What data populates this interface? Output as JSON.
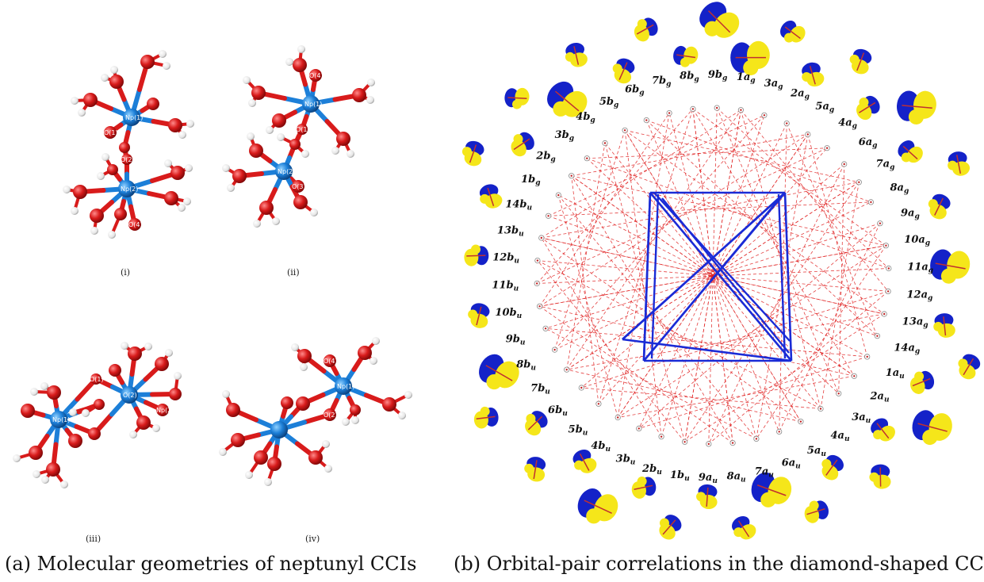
{
  "left_panel": {
    "caption": "(a) Molecular geometries of neptunyl CCIs",
    "subfigures": [
      {
        "label": "(i)"
      },
      {
        "label": "(ii)"
      },
      {
        "label": "(iii)"
      },
      {
        "label": "(iv)"
      }
    ],
    "atom_labels": {
      "i": [
        "Np(1)",
        "O(1)",
        "O(2)",
        "Np(2)",
        "O(4)"
      ],
      "ii": [
        "O(4)",
        "Np(1)",
        "O(1)",
        "Np(2)",
        "O(3)"
      ],
      "iii": [
        "O(1)",
        "Np(1)",
        "O(2)",
        "Np(2)"
      ],
      "iv": [
        "O(4)",
        "Np(1)",
        "O(2)"
      ]
    }
  },
  "right_panel": {
    "caption": "(b) Orbital-pair correlations in the diamond-shaped CCI",
    "orbital_labels": [
      {
        "n": "1",
        "s": "g",
        "sym": "a"
      },
      {
        "n": "3",
        "s": "g",
        "sym": "a"
      },
      {
        "n": "2",
        "s": "g",
        "sym": "a"
      },
      {
        "n": "5",
        "s": "g",
        "sym": "a"
      },
      {
        "n": "4",
        "s": "g",
        "sym": "a"
      },
      {
        "n": "6",
        "s": "g",
        "sym": "a"
      },
      {
        "n": "7",
        "s": "g",
        "sym": "a"
      },
      {
        "n": "8",
        "s": "g",
        "sym": "a"
      },
      {
        "n": "9",
        "s": "g",
        "sym": "a"
      },
      {
        "n": "10",
        "s": "g",
        "sym": "a"
      },
      {
        "n": "11",
        "s": "g",
        "sym": "a"
      },
      {
        "n": "12",
        "s": "g",
        "sym": "a"
      },
      {
        "n": "13",
        "s": "g",
        "sym": "a"
      },
      {
        "n": "14",
        "s": "g",
        "sym": "a"
      },
      {
        "n": "1",
        "s": "u",
        "sym": "a"
      },
      {
        "n": "2",
        "s": "u",
        "sym": "a"
      },
      {
        "n": "3",
        "s": "u",
        "sym": "a"
      },
      {
        "n": "4",
        "s": "u",
        "sym": "a"
      },
      {
        "n": "5",
        "s": "u",
        "sym": "a"
      },
      {
        "n": "6",
        "s": "u",
        "sym": "a"
      },
      {
        "n": "7",
        "s": "u",
        "sym": "a"
      },
      {
        "n": "8",
        "s": "u",
        "sym": "a"
      },
      {
        "n": "9",
        "s": "u",
        "sym": "a"
      },
      {
        "n": "1",
        "s": "u",
        "sym": "b"
      },
      {
        "n": "2",
        "s": "u",
        "sym": "b"
      },
      {
        "n": "3",
        "s": "u",
        "sym": "b"
      },
      {
        "n": "4",
        "s": "u",
        "sym": "b"
      },
      {
        "n": "5",
        "s": "u",
        "sym": "b"
      },
      {
        "n": "6",
        "s": "u",
        "sym": "b"
      },
      {
        "n": "7",
        "s": "u",
        "sym": "b"
      },
      {
        "n": "8",
        "s": "u",
        "sym": "b"
      },
      {
        "n": "9",
        "s": "u",
        "sym": "b"
      },
      {
        "n": "10",
        "s": "u",
        "sym": "b"
      },
      {
        "n": "11",
        "s": "u",
        "sym": "b"
      },
      {
        "n": "12",
        "s": "u",
        "sym": "b"
      },
      {
        "n": "13",
        "s": "u",
        "sym": "b"
      },
      {
        "n": "14",
        "s": "u",
        "sym": "b"
      },
      {
        "n": "1",
        "s": "g",
        "sym": "b"
      },
      {
        "n": "2",
        "s": "g",
        "sym": "b"
      },
      {
        "n": "3",
        "s": "g",
        "sym": "b"
      },
      {
        "n": "4",
        "s": "g",
        "sym": "b"
      },
      {
        "n": "5",
        "s": "g",
        "sym": "b"
      },
      {
        "n": "6",
        "s": "g",
        "sym": "b"
      },
      {
        "n": "7",
        "s": "g",
        "sym": "b"
      },
      {
        "n": "8",
        "s": "g",
        "sym": "b"
      },
      {
        "n": "9",
        "s": "g",
        "sym": "b"
      }
    ],
    "colors": {
      "strong_correlation": "#1a2bd6",
      "weak_correlation": "#e02020",
      "lobe_positive": "#f5e61a",
      "lobe_negative": "#1422c8"
    }
  },
  "atom_colors": {
    "neptunium": "#1c7fd8",
    "oxygen": "#d81b1b",
    "hydrogen": "#f2f2f2"
  }
}
